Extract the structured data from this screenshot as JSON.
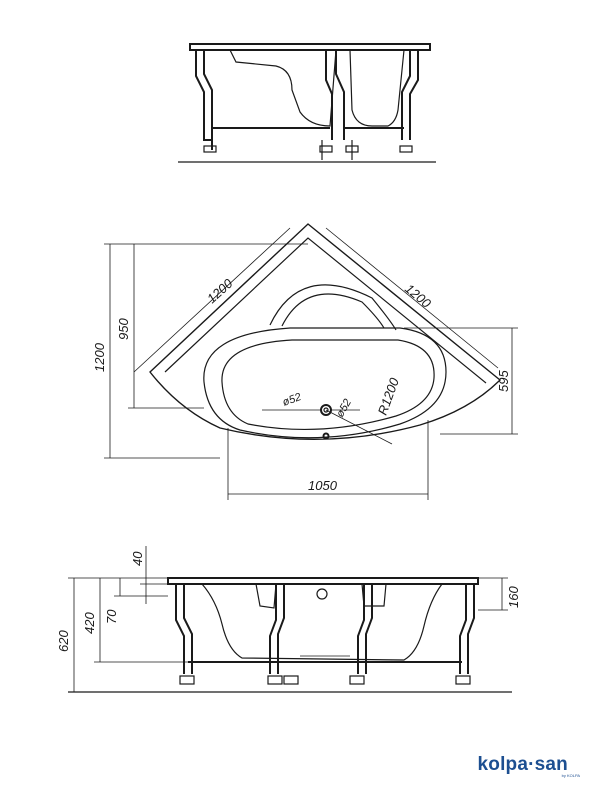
{
  "diagram": {
    "top_view": {
      "side_a": "1200",
      "side_b": "1200",
      "height_total": "1200",
      "height_inner": "950",
      "width_basin": "1050",
      "depth_basin": "595",
      "radius": "R1200",
      "drain_1": "ø52",
      "drain_2": "ø52"
    },
    "front_view": {
      "height_total": "620",
      "height_rim": "420",
      "rim_offset": "70",
      "rim_thickness": "40",
      "overflow_height": "160"
    }
  },
  "brand": {
    "name": "kolpa·san",
    "sub": "by KOLPA"
  }
}
